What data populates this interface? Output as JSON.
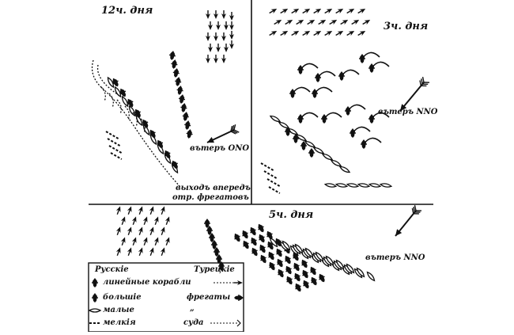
{
  "panels": {
    "p1": {
      "title": "12ч. дня",
      "wind": "вътеръ ONO",
      "note1": "выходъ впередъ",
      "note2": "отр. фрегатовъ"
    },
    "p2": {
      "title": "3ч. дня",
      "wind": "вътеръ NNO"
    },
    "p3": {
      "title": "5ч. дня",
      "wind": "вътеръ NNO"
    }
  },
  "legend": {
    "header_left": "Русскiе",
    "header_right": "Турецкiе",
    "rows": [
      {
        "left": "линейные корабли",
        "symbol": "ship-of-the-line"
      },
      {
        "left": "большiе",
        "right": "фрегаты",
        "symbol": "frigate"
      },
      {
        "left": "малые",
        "right": "„",
        "symbol": "small-frigate"
      },
      {
        "left": "мелкiя",
        "right": "суда",
        "symbol": "small-vessel"
      }
    ]
  }
}
